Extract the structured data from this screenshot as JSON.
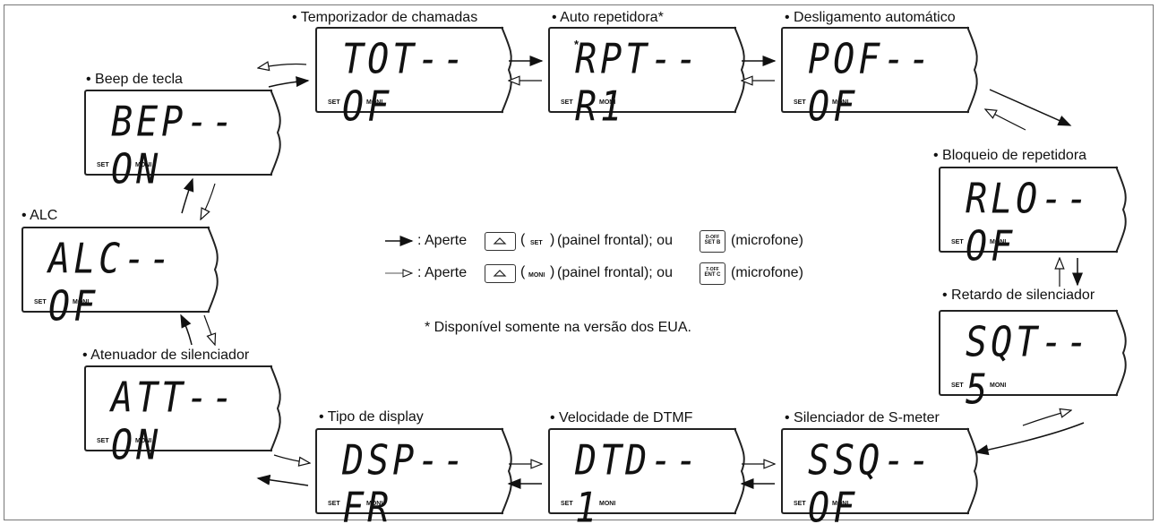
{
  "screens": {
    "tot": {
      "title": "• Temporizador de chamadas",
      "display": "TOT--OF"
    },
    "rpt": {
      "title": "• Auto repetidora*",
      "display": "RPT--R1"
    },
    "pof": {
      "title": "• Desligamento automático",
      "display": "POF--OF"
    },
    "bep": {
      "title": "• Beep de tecla",
      "display": "BEP--ON"
    },
    "rlo": {
      "title": "• Bloqueio de repetidora",
      "display": "RLO--OF"
    },
    "alc": {
      "title": "• ALC",
      "display": "ALC--OF"
    },
    "sqt": {
      "title": "• Retardo de silenciador",
      "display": "SQT-- 5"
    },
    "att": {
      "title": "• Atenuador de silenciador",
      "display": "ATT--ON"
    },
    "dsp": {
      "title": "• Tipo de display",
      "display": "DSP--FR"
    },
    "dtd": {
      "title": "• Velocidade de DTMF",
      "display": "DTD-- 1"
    },
    "ssq": {
      "title": "• Silenciador de S-meter",
      "display": "SSQ--OF"
    }
  },
  "lcd_labels": {
    "set": "SET",
    "moni": "MONI"
  },
  "legend": {
    "line1_prefix": ": Aperte",
    "line1_key_tag": "SET",
    "line1_suffix": "(painel frontal); ou",
    "line1_mic_top": "D-OFF",
    "line1_mic_bottom": "SET B",
    "line1_end": "(microfone)",
    "line2_prefix": ": Aperte",
    "line2_key_tag": "MONI",
    "line2_suffix": "(painel frontal); ou",
    "line2_mic_top": "T-OFF",
    "line2_mic_bottom": "ENT C",
    "line2_end": "(microfone)"
  },
  "footnote": "* Disponível somente na versão dos EUA.",
  "icons": [
    "solid-arrow-icon",
    "hollow-arrow-icon",
    "up-key-icon",
    "mic-key-icon"
  ]
}
